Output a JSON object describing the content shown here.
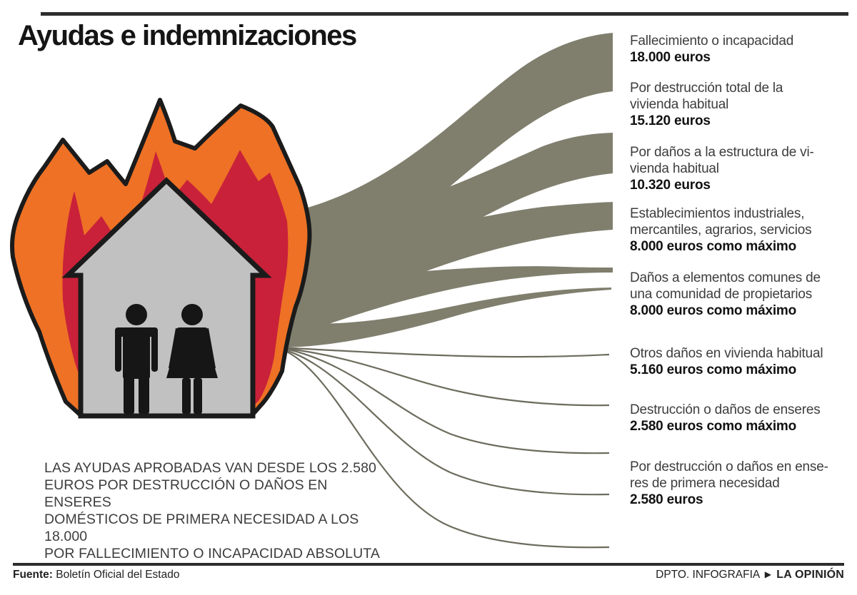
{
  "title": "Ayudas e indemnizaciones",
  "items": [
    {
      "text": "Fallecimiento o incapacidad",
      "amount": "18.000 euros"
    },
    {
      "text": "Por destrucción total de la\nvivienda habitual",
      "amount": "15.120 euros"
    },
    {
      "text": "Por daños a la estructura de vi-\nvienda habitual",
      "amount": "10.320 euros"
    },
    {
      "text": "Establecimientos industriales,\nmercantiles, agrarios, servicios",
      "amount": "8.000 euros como máximo"
    },
    {
      "text": "Daños a elementos comunes de\nuna comunidad de propietarios",
      "amount": "8.000 euros como máximo"
    },
    {
      "text": "Otros daños en vivienda habitual",
      "amount": "5.160 euros como máximo"
    },
    {
      "text": "Destrucción o daños de enseres",
      "amount": "2.580 euros como máximo"
    },
    {
      "text": "Por destrucción o daños en ense-\nres de primera necesidad",
      "amount": "2.580 euros"
    }
  ],
  "note": {
    "text": "LAS AYUDAS APROBADAS VAN DESDE LOS 2.580\nEUROS POR DESTRUCCIÓN O DAÑOS EN ENSERES\nDOMÉSTICOS DE PRIMERA NECESIDAD A LOS 18.000\nPOR FALLECIMIENTO O INCAPACIDAD ABSOLUTA"
  },
  "footer": {
    "source_label": "Fuente:",
    "source_value": "Boletín Oficial del Estado",
    "dept": "DPTO. INFOGRAFIA",
    "arrow_icon": "▶",
    "brand": "LA OPINIÓN"
  },
  "colors": {
    "flame-orange": "#ee7125",
    "flame-red": "#c9213a",
    "ribbon": "#807f6e",
    "ribbon-line": "#6d6c5d",
    "house-gray": "#c2c1c1",
    "ink": "#1b1b1b"
  }
}
